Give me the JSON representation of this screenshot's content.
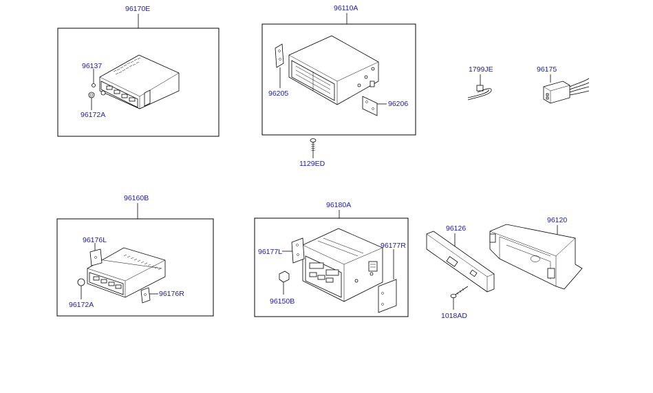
{
  "labels": {
    "p96170E": "96170E",
    "p96137": "96137",
    "p96172A_top": "96172A",
    "p96110A": "96110A",
    "p96205": "96205",
    "p96206": "96206",
    "p1129ED": "1129ED",
    "p1799JE": "1799JE",
    "p96175": "96175",
    "p96160B": "96160B",
    "p96176L": "96176L",
    "p96172A_bot": "96172A",
    "p96176R": "96176R",
    "p96180A": "96180A",
    "p96177L": "96177L",
    "p96177R": "96177R",
    "p96150B": "96150B",
    "p96126": "96126",
    "p96120": "96120",
    "p1018AD": "1018AD"
  }
}
